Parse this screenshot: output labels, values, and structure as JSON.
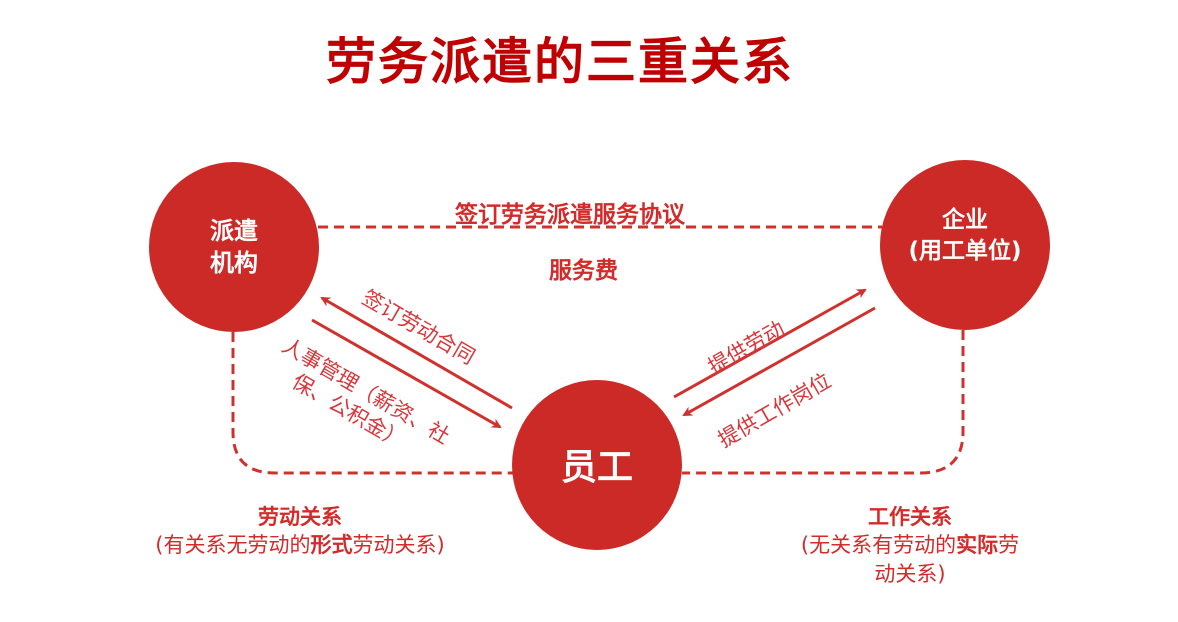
{
  "title": "劳务派遣的三重关系",
  "colors": {
    "title": "#c00000",
    "circle_fill": "#cc2a27",
    "line": "#d0312d",
    "text": "#d32a2a"
  },
  "nodes": {
    "agency": {
      "line1": "派遣",
      "line2": "机构"
    },
    "enterprise": {
      "line1": "企业",
      "line2": "(用工单位)"
    },
    "employee": {
      "label": "员工"
    }
  },
  "edges": {
    "agency_enterprise": {
      "top_label": "签订劳务派遣服务协议",
      "bottom_label": "服务费"
    },
    "agency_employee": {
      "contract": "签订劳动合同",
      "hr_line1": "人事管理（薪资、社",
      "hr_line2": "保、公积金）"
    },
    "employee_enterprise": {
      "provide_labor": "提供劳动",
      "provide_position": "提供工作岗位"
    }
  },
  "captions": {
    "left": {
      "head": "劳动关系",
      "pre": "(有关系无劳动的",
      "emph": "形式",
      "post": "劳动关系)"
    },
    "right": {
      "head": "工作关系",
      "pre": "(无关系有劳动的",
      "emph": "实际",
      "post": "劳",
      "line3": "动关系)"
    }
  }
}
